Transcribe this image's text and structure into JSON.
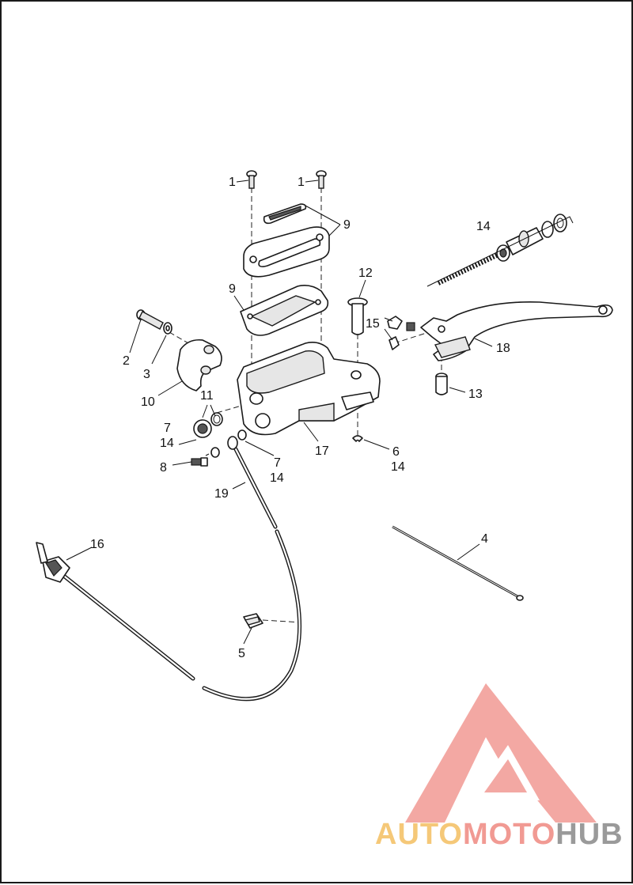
{
  "callouts": [
    {
      "id": "c1a",
      "text": "1"
    },
    {
      "id": "c1b",
      "text": "1"
    },
    {
      "id": "c9a",
      "text": "9"
    },
    {
      "id": "c9b",
      "text": "9"
    },
    {
      "id": "c14top",
      "text": "14"
    },
    {
      "id": "c12",
      "text": "12"
    },
    {
      "id": "c15",
      "text": "15"
    },
    {
      "id": "c18",
      "text": "18"
    },
    {
      "id": "c13",
      "text": "13"
    },
    {
      "id": "c2",
      "text": "2"
    },
    {
      "id": "c3",
      "text": "3"
    },
    {
      "id": "c10",
      "text": "10"
    },
    {
      "id": "c11",
      "text": "11"
    },
    {
      "id": "c7a",
      "text": "7"
    },
    {
      "id": "c14a",
      "text": "14"
    },
    {
      "id": "c8",
      "text": "8"
    },
    {
      "id": "c7b",
      "text": "7"
    },
    {
      "id": "c14b",
      "text": "14"
    },
    {
      "id": "c17",
      "text": "17"
    },
    {
      "id": "c6",
      "text": "6"
    },
    {
      "id": "c14c",
      "text": "14"
    },
    {
      "id": "c19",
      "text": "19"
    },
    {
      "id": "c16",
      "text": "16"
    },
    {
      "id": "c4",
      "text": "4"
    },
    {
      "id": "c5",
      "text": "5"
    }
  ],
  "watermark": {
    "word_part1": "AUTO",
    "word_part2": "MOTO",
    "word_part3": "HUB",
    "color_part1": "#f5c878",
    "color_part2": "#f19a93",
    "color_part3": "#9a9a9a",
    "mark_color": "#f19a93"
  }
}
